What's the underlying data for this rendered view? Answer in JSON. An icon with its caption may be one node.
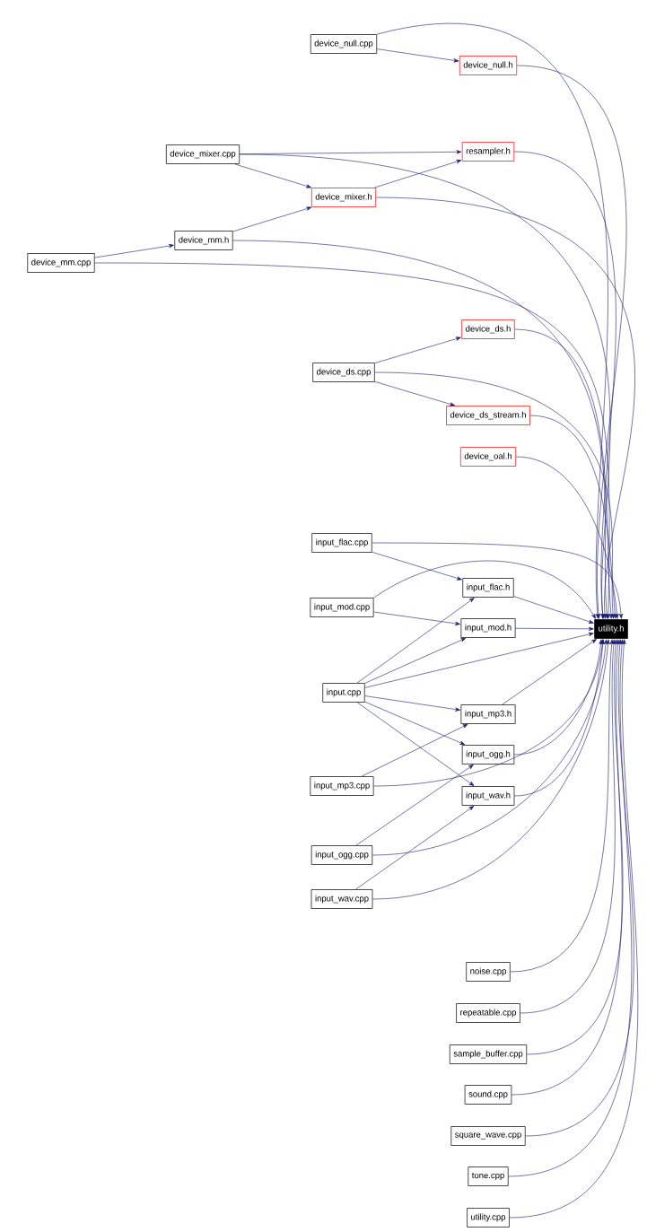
{
  "diagram": {
    "nodes": [
      {
        "text": [
          "device_null.cpp"
        ]
      },
      {
        "text": [
          "device_null.h"
        ]
      },
      {
        "text": [
          "device_mixer.cpp"
        ]
      },
      {
        "text": [
          "resampler.h"
        ]
      },
      {
        "text": [
          "device_mixer.h"
        ]
      },
      {
        "text": [
          "device_mm.h"
        ]
      },
      {
        "text": [
          "device_mm.cpp"
        ]
      },
      {
        "text": [
          "device_ds.h"
        ]
      },
      {
        "text": [
          "device_ds.cpp"
        ]
      },
      {
        "text": [
          "device_ds_stream.h"
        ]
      },
      {
        "text": [
          "device_oal.h"
        ]
      },
      {
        "text": [
          "input_flac.cpp"
        ]
      },
      {
        "text": [
          "input_flac.h"
        ]
      },
      {
        "text": [
          "input_mod.cpp"
        ]
      },
      {
        "text": [
          "input_mod.h"
        ]
      },
      {
        "text": [
          "utility.h"
        ]
      },
      {
        "text": [
          "input.cpp"
        ]
      },
      {
        "text": [
          "input_mp3.h"
        ]
      },
      {
        "text": [
          "input_ogg.h"
        ]
      },
      {
        "text": [
          "input_mp3.cpp"
        ]
      },
      {
        "text": [
          "input_wav.h"
        ]
      },
      {
        "text": [
          "input_ogg.cpp"
        ]
      },
      {
        "text": [
          "input_wav.cpp"
        ]
      },
      {
        "text": [
          "noise.cpp"
        ]
      },
      {
        "text": [
          "repeatable.cpp"
        ]
      },
      {
        "text": [
          "sample_buffer.cpp"
        ]
      },
      {
        "text": [
          "sound.cpp"
        ]
      },
      {
        "text": [
          "square_wave.cpp"
        ]
      },
      {
        "text": [
          "tone.cpp"
        ]
      },
      {
        "text": [
          "utility.cpp"
        ]
      }
    ],
    "edges": [
      {
        "from": 0,
        "to": 1,
        "arrow": "to"
      },
      {
        "from": 0,
        "to": 15,
        "arrow": "to"
      },
      {
        "from": 1,
        "to": 15,
        "arrow": "to"
      },
      {
        "from": 2,
        "to": 3,
        "arrow": "to"
      },
      {
        "from": 2,
        "to": 4,
        "arrow": "to"
      },
      {
        "from": 2,
        "to": 15,
        "arrow": "to"
      },
      {
        "from": 4,
        "to": 3,
        "arrow": "to"
      },
      {
        "from": 4,
        "to": 15,
        "arrow": "to"
      },
      {
        "from": 3,
        "to": 15,
        "arrow": "to"
      },
      {
        "from": 5,
        "to": 4,
        "arrow": "to"
      },
      {
        "from": 5,
        "to": 15,
        "arrow": "to"
      },
      {
        "from": 6,
        "to": 5,
        "arrow": "to"
      },
      {
        "from": 6,
        "to": 15,
        "arrow": "to"
      },
      {
        "from": 8,
        "to": 7,
        "arrow": "to"
      },
      {
        "from": 8,
        "to": 9,
        "arrow": "to"
      },
      {
        "from": 8,
        "to": 15,
        "arrow": "to"
      },
      {
        "from": 7,
        "to": 15,
        "arrow": "to"
      },
      {
        "from": 9,
        "to": 15,
        "arrow": "to"
      },
      {
        "from": 10,
        "to": 15,
        "arrow": "to"
      },
      {
        "from": 11,
        "to": 12,
        "arrow": "to"
      },
      {
        "from": 11,
        "to": 15,
        "arrow": "to"
      },
      {
        "from": 13,
        "to": 14,
        "arrow": "to"
      },
      {
        "from": 13,
        "to": 15,
        "arrow": "to"
      },
      {
        "from": 12,
        "to": 15,
        "arrow": "to"
      },
      {
        "from": 14,
        "to": 15,
        "arrow": "to"
      },
      {
        "from": 16,
        "to": 12,
        "arrow": "to"
      },
      {
        "from": 16,
        "to": 14,
        "arrow": "to"
      },
      {
        "from": 16,
        "to": 15,
        "arrow": "to"
      },
      {
        "from": 16,
        "to": 17,
        "arrow": "to"
      },
      {
        "from": 16,
        "to": 18,
        "arrow": "to"
      },
      {
        "from": 16,
        "to": 20,
        "arrow": "to"
      },
      {
        "from": 17,
        "to": 15,
        "arrow": "to"
      },
      {
        "from": 18,
        "to": 15,
        "arrow": "to"
      },
      {
        "from": 20,
        "to": 15,
        "arrow": "to"
      },
      {
        "from": 19,
        "to": 17,
        "arrow": "to"
      },
      {
        "from": 19,
        "to": 15,
        "arrow": "to"
      },
      {
        "from": 21,
        "to": 18,
        "arrow": "to"
      },
      {
        "from": 21,
        "to": 15,
        "arrow": "to"
      },
      {
        "from": 22,
        "to": 20,
        "arrow": "to"
      },
      {
        "from": 22,
        "to": 15,
        "arrow": "to"
      },
      {
        "from": 23,
        "to": 15,
        "arrow": "to"
      },
      {
        "from": 24,
        "to": 15,
        "arrow": "to"
      },
      {
        "from": 25,
        "to": 15,
        "arrow": "to"
      },
      {
        "from": 26,
        "to": 15,
        "arrow": "to"
      },
      {
        "from": 27,
        "to": 15,
        "arrow": "to"
      },
      {
        "from": 28,
        "to": 15,
        "arrow": "to"
      },
      {
        "from": 29,
        "to": 15,
        "arrow": "to"
      }
    ]
  }
}
